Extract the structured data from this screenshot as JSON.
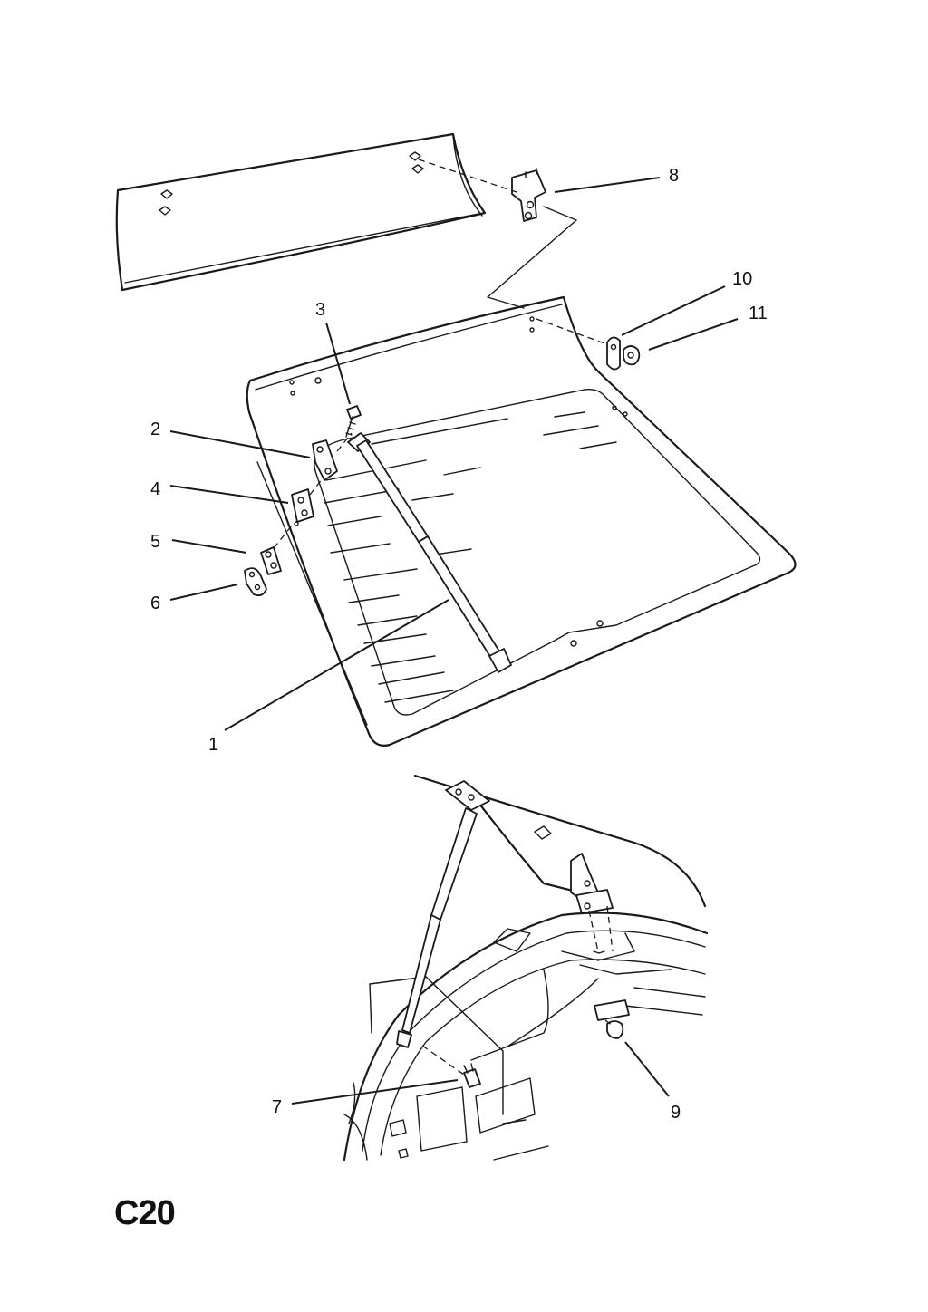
{
  "diagram": {
    "page_code": "C20",
    "callouts": [
      {
        "id": "1",
        "label": "1"
      },
      {
        "id": "2",
        "label": "2"
      },
      {
        "id": "3",
        "label": "3"
      },
      {
        "id": "4",
        "label": "4"
      },
      {
        "id": "5",
        "label": "5"
      },
      {
        "id": "6",
        "label": "6"
      },
      {
        "id": "7",
        "label": "7"
      },
      {
        "id": "8",
        "label": "8"
      },
      {
        "id": "9",
        "label": "9"
      },
      {
        "id": "10",
        "label": "10"
      },
      {
        "id": "11",
        "label": "11"
      }
    ]
  }
}
